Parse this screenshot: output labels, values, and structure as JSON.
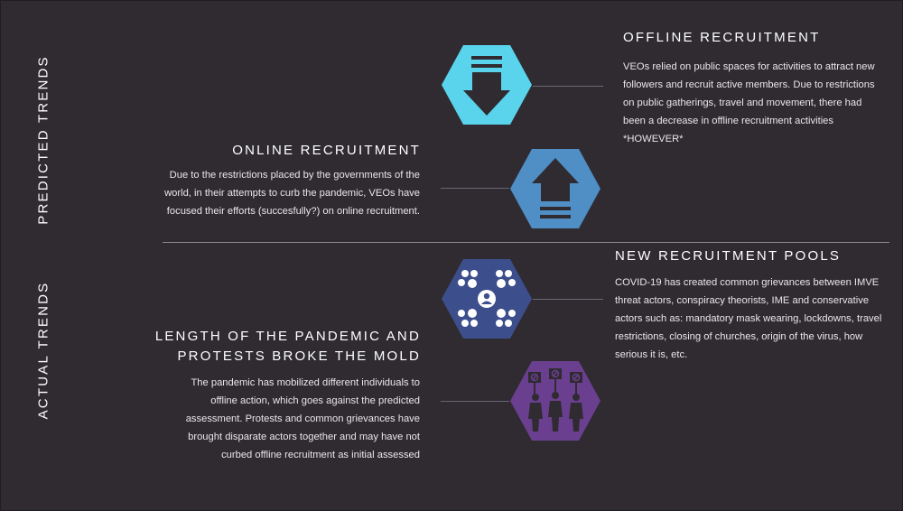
{
  "side_labels": {
    "predicted": "PREDICTED TRENDS",
    "actual": "ACTUAL TRENDS"
  },
  "sections": {
    "offline": {
      "title": "OFFLINE RECRUITMENT",
      "text": "VEOs relied on public spaces for activities to attract new followers and recruit active members. Due to restrictions on public gatherings, travel and movement, there had been a decrease in offline recruitment activities *HOWEVER*"
    },
    "online": {
      "title": "ONLINE RECRUITMENT",
      "text": "Due to the restrictions placed by the governments of the world, in their attempts to curb the pandemic, VEOs have focused their efforts (succesfully?) on online recruitment."
    },
    "pools": {
      "title": "NEW RECRUITMENT POOLS",
      "text": "COVID-19 has created common grievances between IMVE threat actors, conspiracy theorists, IME and conservative actors such as: mandatory mask wearing, lockdowns, travel restrictions, closing of churches, origin of the virus, how serious it is, etc."
    },
    "length": {
      "title_line1": "LENGTH OF THE PANDEMIC AND",
      "title_line2": "PROTESTS BROKE THE MOLD",
      "text": "The pandemic has mobilized different individuals to offline action, which goes against the predicted assessment. Protests and common grievances have brought disparate actors together and may have not curbed offline recruitment as initial assessed"
    }
  },
  "icons": {
    "down": {
      "name": "down-arrow-icon",
      "color": "#5ad3ec"
    },
    "up": {
      "name": "up-arrow-icon",
      "color": "#4f8fc6"
    },
    "network": {
      "name": "people-network-icon",
      "color": "#3d4e8c"
    },
    "protest": {
      "name": "protest-icon",
      "color": "#6a3f8f"
    }
  },
  "colors": {
    "background": "#2f2b31",
    "text": "#ffffff",
    "divider": "#8e8a92"
  }
}
